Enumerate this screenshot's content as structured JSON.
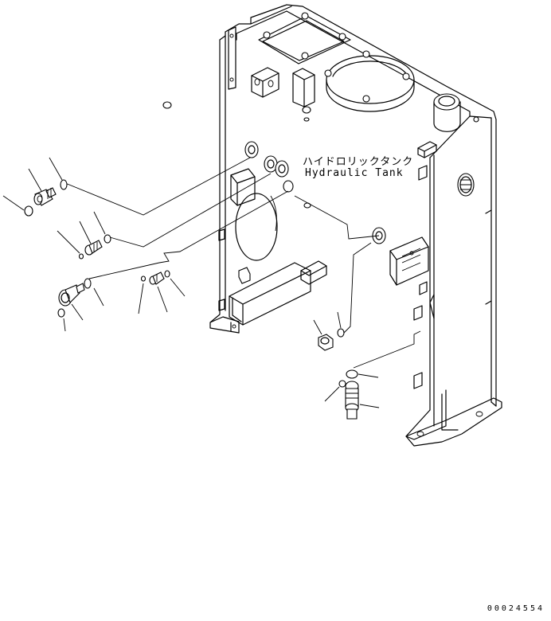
{
  "diagram": {
    "label_jp": "ハイドロリックタンク",
    "label_en": "Hydraulic Tank",
    "drawing_number": "00024554"
  },
  "icons": {
    "tank": "hydraulic-tank-icon",
    "fitting": "fitting-icon",
    "oring": "o-ring-icon",
    "plug": "plug-icon",
    "elbow": "elbow-icon"
  }
}
